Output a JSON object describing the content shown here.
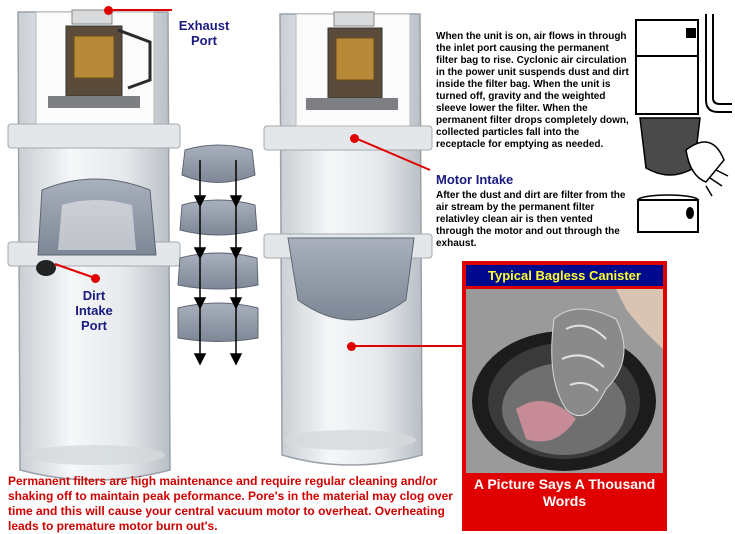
{
  "labels": {
    "exhaust_port": "Exhaust\nPort",
    "dirt_intake_port": "Dirt\nIntake\nPort",
    "motor_intake": "Motor Intake"
  },
  "text": {
    "top_paragraph": "When the unit is on, air flows in through the inlet port causing the permanent filter bag to rise. Cyclonic air circulation in the power unit suspends dust and dirt inside the filter bag. When the unit is turned off, gravity and the weighted sleeve lower the filter. When the permanent filter drops completely down, collected particles fall into the receptacle for emptying as needed.",
    "motor_paragraph": "After the dust and dirt are filter from the air stream by the permanent filter relativley clean air is then vented through the motor and out through the exhaust.",
    "bottom_paragraph": "Permanent filters are high maintenance and require regular cleaning and/or shaking off to maintain peak peformance. Pore's in the material may clog over time and this will cause your central vacuum motor to overheat. Overheating leads to premature motor burn out's."
  },
  "panel": {
    "title": "Typical Bagless Canister",
    "caption": "A Picture Says A Thousand Words"
  },
  "colors": {
    "label_blue": "#1a1a80",
    "red": "#e00000",
    "panel_title_bg": "#000a8c",
    "panel_title_text": "#ffff33"
  }
}
